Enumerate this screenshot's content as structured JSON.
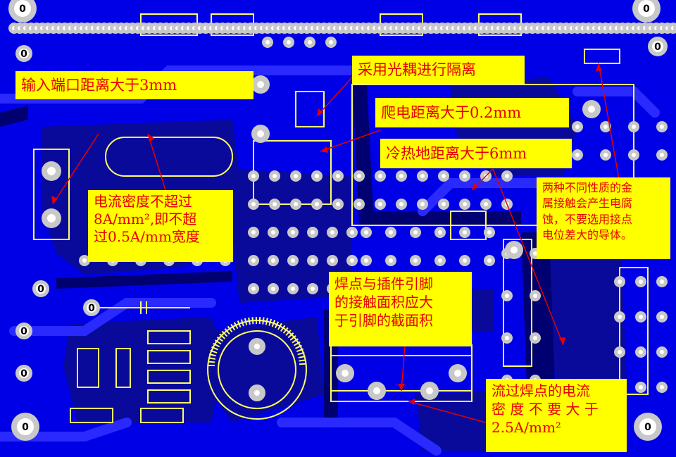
{
  "colors": {
    "board": "#0000e6",
    "copper": "#0a0a9a",
    "copper_dark": "#000070",
    "silkscreen": "#ffff66",
    "pad": "#c8c8c8",
    "pad_hole": "#ffffff",
    "label_bg": "#ffff00",
    "label_text": "#e60000",
    "arrow": "#e60000"
  },
  "annotations": {
    "input_port_distance": "输入端口距离大于3mm",
    "optocoupler_isolation": "采用光耦进行隔离",
    "creepage_distance": "爬电距离大于0.2mm",
    "hot_cold_ground_distance": "冷热地距离大于6mm",
    "current_density": "电流密度不超过\n8A/mm²,即不超\n过0.5A/mm宽度",
    "dissimilar_metals": "两种不同性质的金\n属接触会产生电腐\n蚀，不要选用接点\n电位差大的导体。",
    "solder_contact_area": "焊点与插件引脚\n的接触面积应大\n于引脚的截面积",
    "solder_current_density": "流过焊点的电流\n密 度 不 要 大 于\n2.5A/mm²"
  },
  "connector_markings": {
    "top_left_pad": "0",
    "left_pad_a": "0",
    "left_pad_b": "0",
    "left_pad_c": "0",
    "left_pad_d": "0",
    "bottom_left_pad": "0",
    "top_right_pad": "0",
    "right_pad": "0",
    "bottom_right_pad": "0",
    "mid_pad": "0"
  }
}
